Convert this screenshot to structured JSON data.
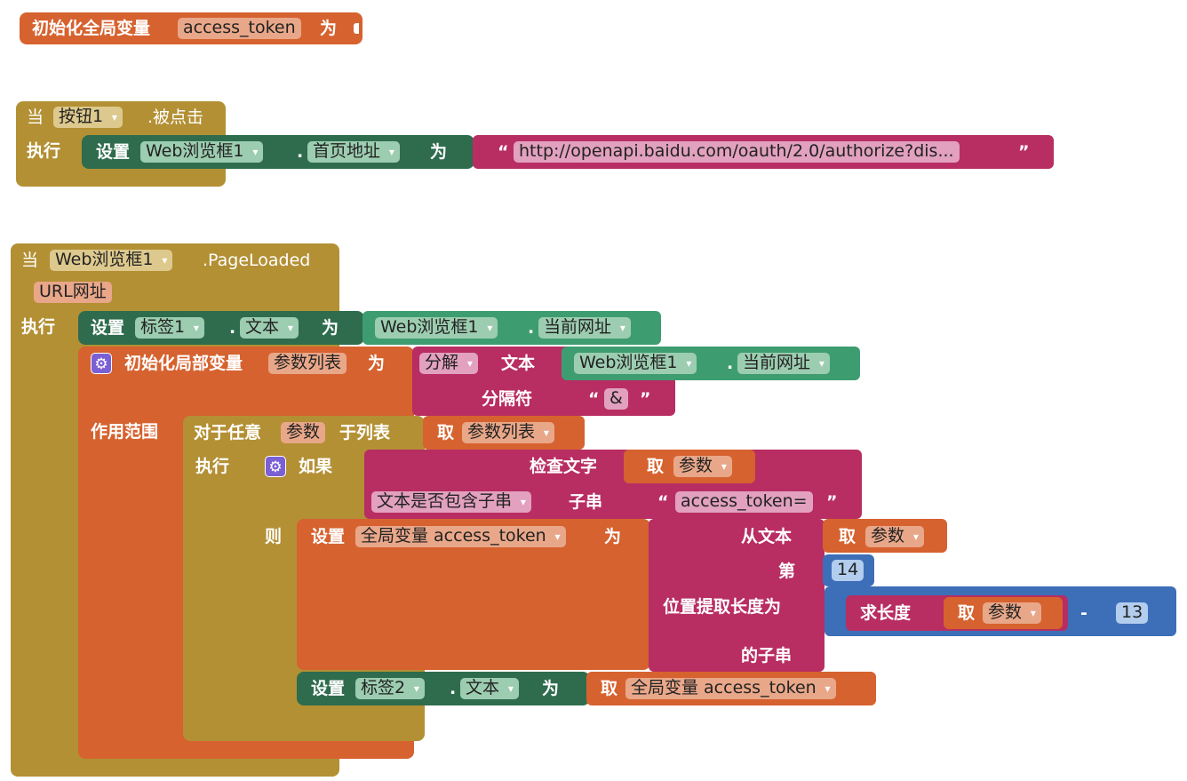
{
  "global_init": {
    "label": "初始化全局变量",
    "name": "access_token",
    "as": "为"
  },
  "event1": {
    "when": "当",
    "component": "按钮1",
    "event": ".被点击",
    "do": "执行",
    "set": "设置",
    "target": "Web浏览框1",
    "dot": ".",
    "property": "首页地址",
    "to": "为",
    "quote_open": "“",
    "url": "http://openapi.baidu.com/oauth/2.0/authorize?dis...",
    "quote_close": "”"
  },
  "event2": {
    "when": "当",
    "component": "Web浏览框1",
    "event": ".PageLoaded",
    "param": "URL网址",
    "do": "执行",
    "set1": {
      "set": "设置",
      "target": "标签1",
      "dot": ".",
      "property": "文本",
      "to": "为",
      "src": "Web浏览框1",
      "src_dot": ".",
      "src_prop": "当前网址"
    },
    "local_init": {
      "label": "初始化局部变量",
      "name": "参数列表",
      "as": "为",
      "scope": "作用范围"
    },
    "split": {
      "op": "分解",
      "text": "文本",
      "src": "Web浏览框1",
      "src_dot": ".",
      "src_prop": "当前网址",
      "sep": "分隔符",
      "quote_open": "“",
      "sep_val": "&",
      "quote_close": "”"
    },
    "foreach": {
      "label": "对于任意",
      "var": "参数",
      "in_list": "于列表",
      "get": "取",
      "list": "参数列表",
      "do": "执行"
    },
    "if": {
      "label": "如果",
      "then": "则",
      "check": "检查文字",
      "get": "取",
      "var": "参数",
      "op": "文本是否包含子串",
      "piece": "子串",
      "quote_open": "“",
      "piece_val": "access_token=",
      "quote_close": "”"
    },
    "set_global": {
      "set": "设置",
      "var": "全局变量 access_token",
      "to": "为",
      "from_text": "从文本",
      "get": "取",
      "var2": "参数",
      "start_label": "第",
      "start": "14",
      "length_label": "位置提取长度为",
      "len_fn": "求长度",
      "get2": "取",
      "var3": "参数",
      "minus": "-",
      "minus_val": "13",
      "suffix": "的子串"
    },
    "set2": {
      "set": "设置",
      "target": "标签2",
      "dot": ".",
      "property": "文本",
      "to": "为",
      "get": "取",
      "var": "全局变量 access_token"
    }
  }
}
